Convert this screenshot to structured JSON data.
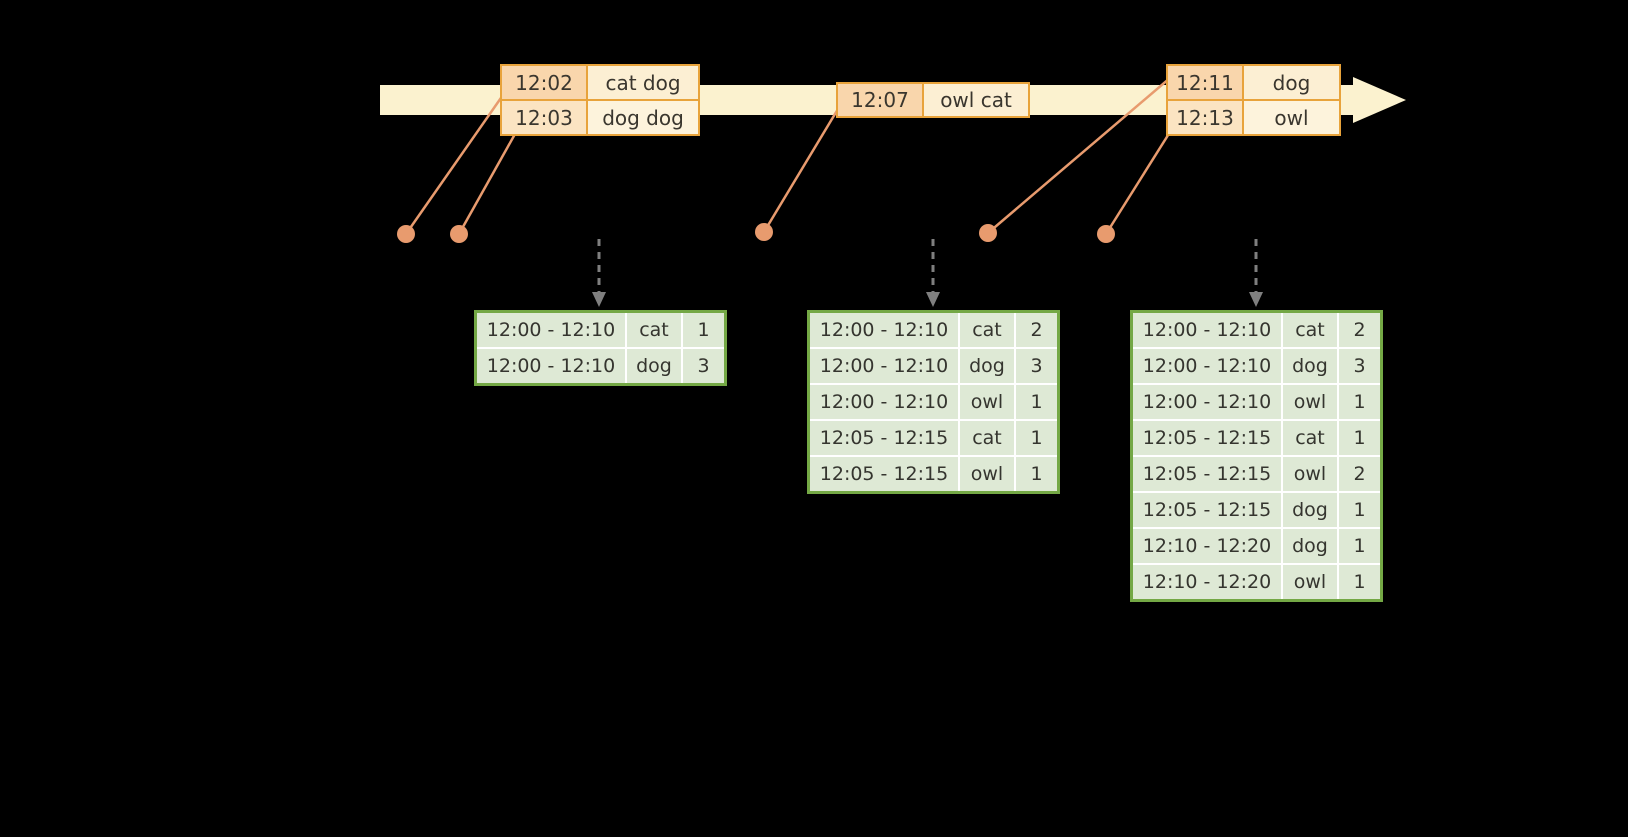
{
  "diagram": {
    "description": "Windowed streaming aggregation timeline with event records and result tables",
    "colors": {
      "background": "#000000",
      "timeline_fill": "#FBF2CF",
      "event_box_border": "#E8A33B",
      "event_time_cell_fill": "#F9D6AC",
      "event_word_cell_fill": "#FCEFD3",
      "connector_line": "#E89B6E",
      "event_dot": "#E89B6E",
      "trigger_arrow": "#7F7F7F",
      "result_table_border": "#74A845",
      "result_table_cell_fill": "#DEE9D5",
      "text": "#363636"
    },
    "timeline": {
      "name": "event-time-arrow"
    },
    "event_groups": [
      {
        "rows": [
          {
            "time": "12:02",
            "words": "cat dog"
          },
          {
            "time": "12:03",
            "words": "dog dog"
          }
        ]
      },
      {
        "rows": [
          {
            "time": "12:07",
            "words": "owl cat"
          }
        ]
      },
      {
        "rows": [
          {
            "time": "12:11",
            "words": "dog"
          },
          {
            "time": "12:13",
            "words": "owl"
          }
        ]
      }
    ],
    "result_tables": [
      {
        "rows": [
          {
            "window": "12:00 - 12:10",
            "word": "cat",
            "count": "1"
          },
          {
            "window": "12:00 - 12:10",
            "word": "dog",
            "count": "3"
          }
        ]
      },
      {
        "rows": [
          {
            "window": "12:00 - 12:10",
            "word": "cat",
            "count": "2"
          },
          {
            "window": "12:00 - 12:10",
            "word": "dog",
            "count": "3"
          },
          {
            "window": "12:00 - 12:10",
            "word": "owl",
            "count": "1"
          },
          {
            "window": "12:05 - 12:15",
            "word": "cat",
            "count": "1"
          },
          {
            "window": "12:05 - 12:15",
            "word": "owl",
            "count": "1"
          }
        ]
      },
      {
        "rows": [
          {
            "window": "12:00 - 12:10",
            "word": "cat",
            "count": "2"
          },
          {
            "window": "12:00 - 12:10",
            "word": "dog",
            "count": "3"
          },
          {
            "window": "12:00 - 12:10",
            "word": "owl",
            "count": "1"
          },
          {
            "window": "12:05 - 12:15",
            "word": "cat",
            "count": "1"
          },
          {
            "window": "12:05 - 12:15",
            "word": "owl",
            "count": "2"
          },
          {
            "window": "12:05 - 12:15",
            "word": "dog",
            "count": "1"
          },
          {
            "window": "12:10 - 12:20",
            "word": "dog",
            "count": "1"
          },
          {
            "window": "12:10 - 12:20",
            "word": "owl",
            "count": "1"
          }
        ]
      }
    ]
  }
}
